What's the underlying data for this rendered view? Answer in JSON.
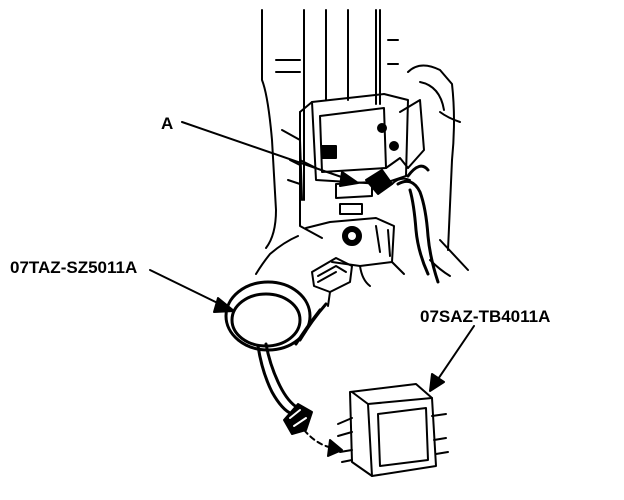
{
  "callouts": {
    "a": "A",
    "harness": "07TAZ-SZ5011A",
    "unit": "07SAZ-TB4011A"
  },
  "colors": {
    "ink": "#000000",
    "paper": "#ffffff"
  }
}
